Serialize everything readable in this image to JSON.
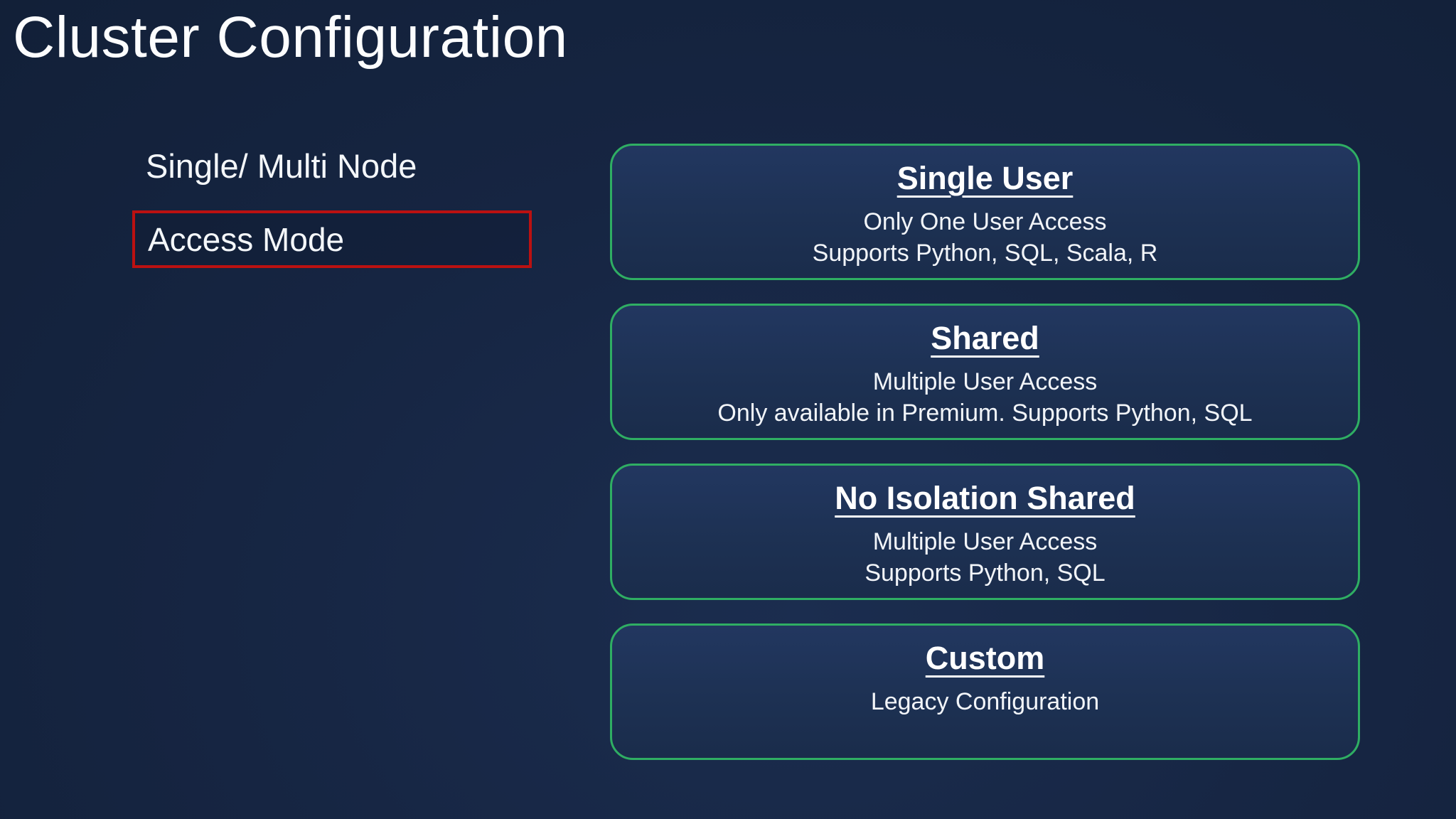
{
  "page": {
    "title": "Cluster Configuration"
  },
  "left_panel": {
    "node_label": "Single/ Multi Node",
    "access_mode_label": "Access Mode"
  },
  "cards": [
    {
      "title": "Single User",
      "lines": [
        "Only One User Access",
        "Supports Python, SQL, Scala, R"
      ]
    },
    {
      "title": "Shared",
      "lines": [
        "Multiple User Access",
        "Only available in Premium. Supports Python, SQL"
      ]
    },
    {
      "title": "No Isolation Shared",
      "lines": [
        "Multiple User Access",
        "Supports Python, SQL"
      ]
    },
    {
      "title": "Custom",
      "lines": [
        "Legacy Configuration"
      ]
    }
  ],
  "colors": {
    "background": "#162542",
    "card_fill": "#1d3153",
    "card_border": "#2fae63",
    "highlight_border": "#bb1111",
    "text": "#ffffff"
  }
}
